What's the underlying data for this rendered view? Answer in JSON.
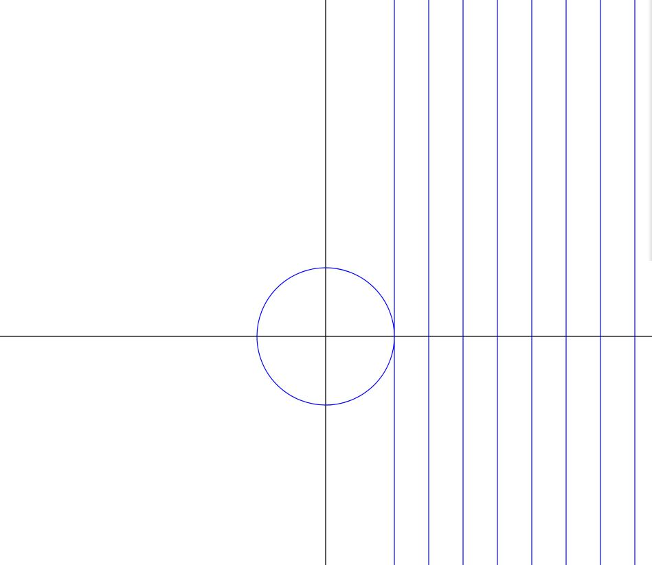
{
  "diagram": {
    "colors": {
      "background": "#ffffff",
      "axes": "#000000",
      "curves": "#0000ff"
    },
    "axes": {
      "x_range": [
        -4.74,
        4.75
      ],
      "y_range": [
        -3.33,
        4.9
      ]
    },
    "circle": {
      "center": [
        0,
        0
      ],
      "radius": 1
    },
    "vertical_lines_x": [
      1,
      1.5,
      2,
      2.5,
      3,
      3.5,
      4,
      4.5
    ]
  }
}
